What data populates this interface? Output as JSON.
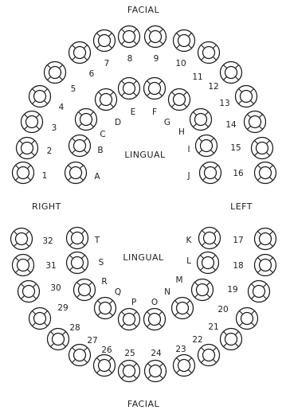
{
  "labels": {
    "facial_top": "FACIAL",
    "facial_bottom": "FACIAL",
    "lingual_upper": "LINGUAL",
    "lingual_lower": "LINGUAL",
    "right": "RIGHT",
    "left": "LEFT"
  },
  "upper_permanent": [
    "1",
    "2",
    "3",
    "4",
    "5",
    "6",
    "7",
    "8",
    "9",
    "10",
    "11",
    "12",
    "13",
    "14",
    "15",
    "16"
  ],
  "upper_primary": [
    "A",
    "B",
    "C",
    "D",
    "E",
    "F",
    "G",
    "H",
    "I",
    "J"
  ],
  "lower_permanent": [
    "17",
    "18",
    "19",
    "20",
    "21",
    "22",
    "23",
    "24",
    "25",
    "26",
    "27",
    "28",
    "29",
    "30",
    "31",
    "32"
  ],
  "lower_primary": [
    "K",
    "L",
    "M",
    "N",
    "O",
    "P",
    "Q",
    "R",
    "S",
    "T"
  ],
  "colors": {
    "stroke": "#1a1a1a",
    "text": "#222222",
    "background": "#ffffff"
  }
}
